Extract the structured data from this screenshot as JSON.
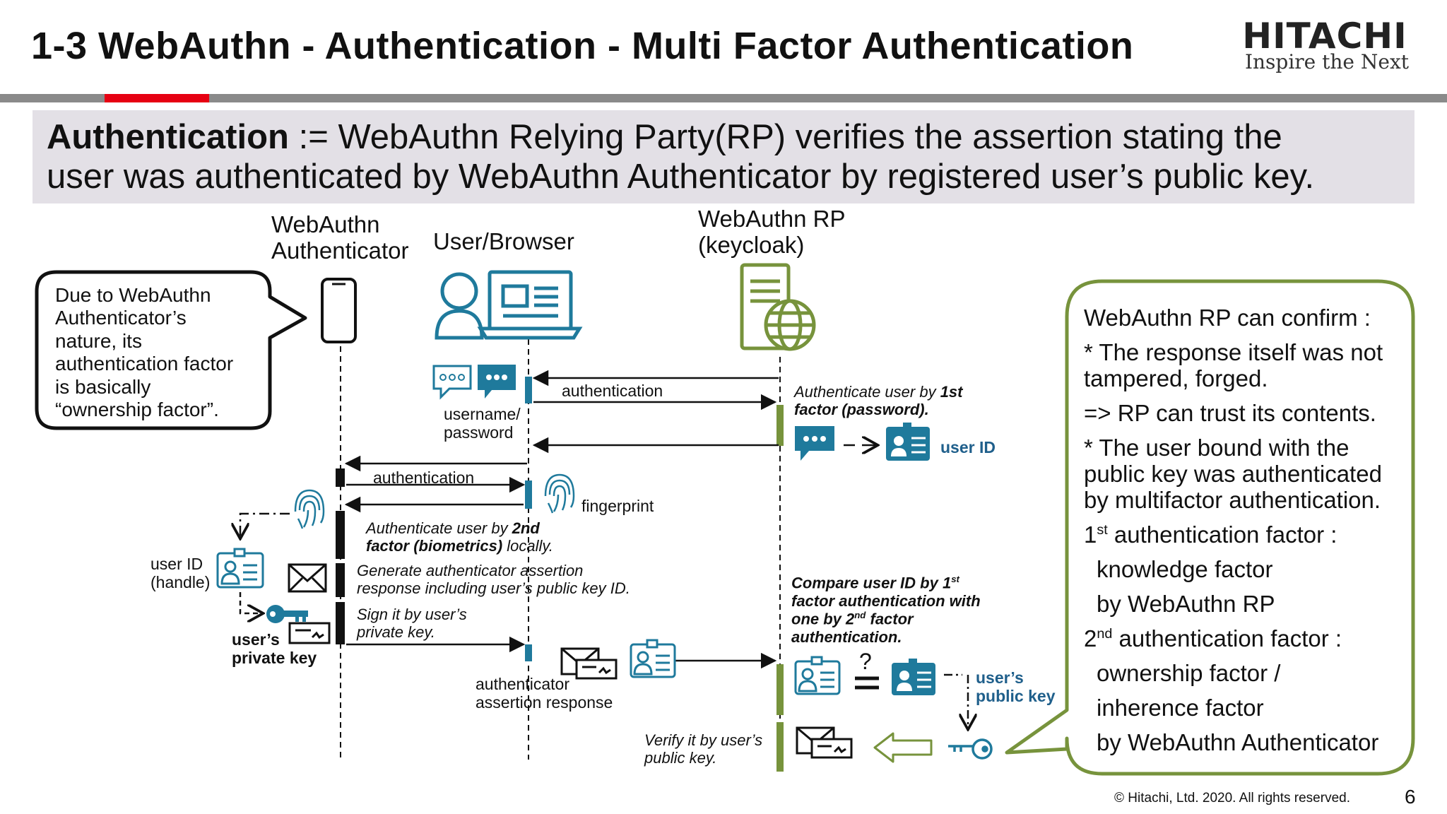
{
  "header": {
    "title": "1-3 WebAuthn - Authentication - Multi Factor Authentication",
    "logo_word": "HITACHI",
    "logo_tagline": "Inspire the Next"
  },
  "definition": {
    "term": "Authentication",
    "line1_rest": " := WebAuthn Relying Party(RP) verifies the assertion stating the",
    "line2": "user was authenticated by WebAuthn Authenticator by registered user’s public key."
  },
  "lanes": {
    "authenticator_line1": "WebAuthn",
    "authenticator_line2": "Authenticator",
    "browser": "User/Browser",
    "rp_line1": "WebAuthn RP",
    "rp_line2": "(keycloak)"
  },
  "left_bubble": {
    "lines": [
      "Due to WebAuthn",
      "Authenticator’s",
      "nature, its",
      "authentication factor",
      "is basically",
      "“ownership factor”."
    ]
  },
  "messages": {
    "auth_request_rp": "authentication",
    "username_password_1": "username/",
    "username_password_2": "password",
    "rp_step1_a": "Authenticate user by ",
    "rp_step1_b": "1st",
    "rp_step1_c": "factor (password).",
    "user_id": "user ID",
    "auth_request_authn": "authentication",
    "fingerprint": "fingerprint",
    "step2_a": "Authenticate user by ",
    "step2_b": "2nd",
    "step2_c": "factor (biometrics)",
    "step2_d": " locally.",
    "user_id_handle_1": "user ID",
    "user_id_handle_2": "(handle)",
    "generate_1": "Generate authenticator assertion",
    "generate_2": "response including user’s public key ID.",
    "sign_1": "Sign it by user’s",
    "sign_2": "private key.",
    "private_key_1": "user’s",
    "private_key_2": "private key",
    "assertion_1": "authenticator",
    "assertion_2": "assertion response",
    "compare_1": "Compare user ID by 1",
    "compare_1_sup": "st",
    "compare_2": "factor authentication with",
    "compare_3": "one by 2",
    "compare_3_sup": "nd",
    "compare_3_end": " factor",
    "compare_4": "authentication.",
    "question": "?",
    "public_key_1": "user’s",
    "public_key_2": "public key",
    "verify_1": "Verify it by user’s",
    "verify_2": "public key."
  },
  "right_bubble": {
    "l1": "WebAuthn RP can confirm :",
    "l2": "* The response itself was not",
    "l3": "tampered, forged.",
    "l4": "=> RP can trust its contents.",
    "l5": "* The user bound with the",
    "l6": "public key was authenticated",
    "l7": "by multifactor authentication.",
    "l8_a": "1",
    "l8_sup": "st",
    "l8_b": " authentication factor :",
    "l9": "knowledge factor",
    "l10": "by WebAuthn RP",
    "l11_a": "2",
    "l11_sup": "nd",
    "l11_b": " authentication factor :",
    "l12": "ownership factor /",
    "l13": "inherence factor",
    "l14": "by WebAuthn Authenticator"
  },
  "footer": {
    "copyright": "© Hitachi, Ltd. 2020. All rights reserved.",
    "page_number": "6"
  },
  "colors": {
    "icon_blue": "#1f7a9c",
    "icon_dark": "#1f5f8b",
    "activation_green": "#77933c",
    "bubble_green": "#77933c",
    "accent_red": "#e60012"
  }
}
